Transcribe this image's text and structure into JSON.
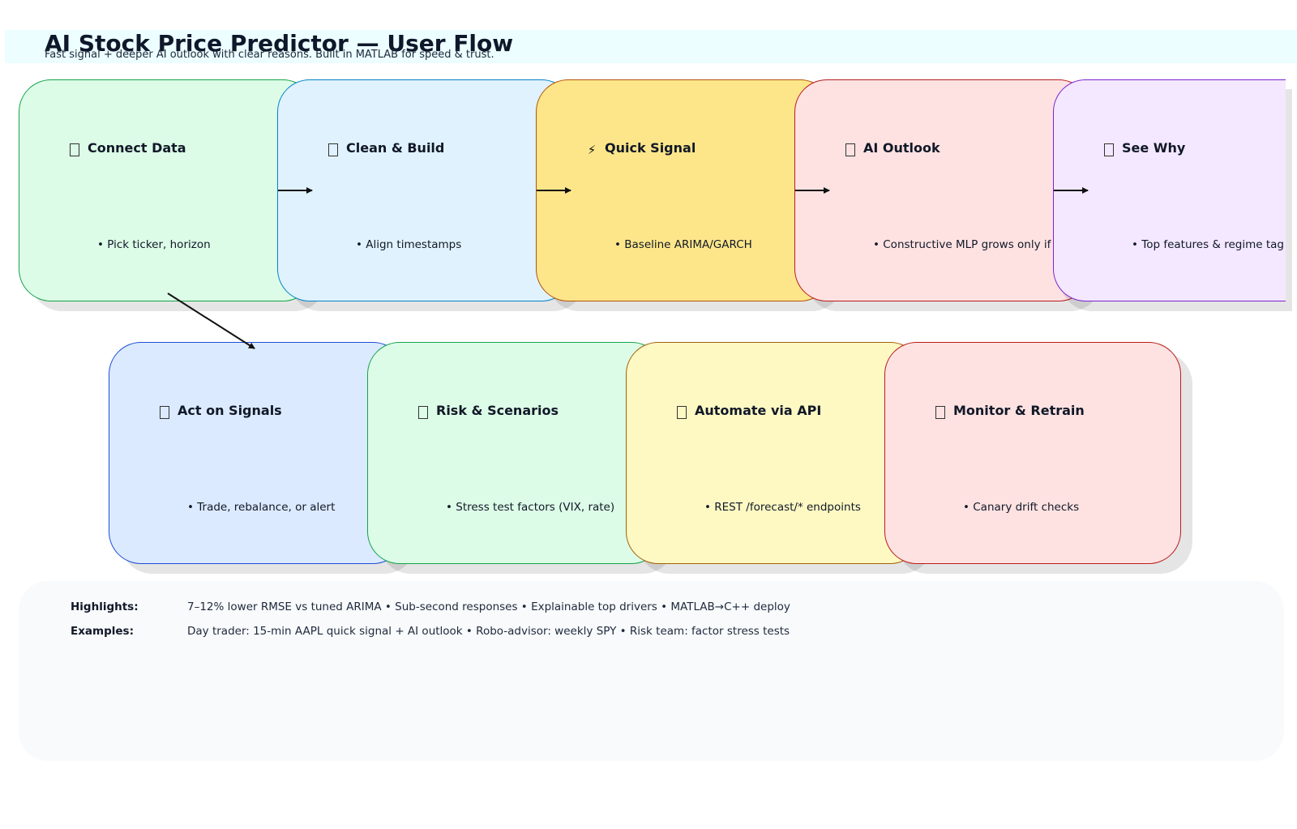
{
  "header": {
    "title": "AI Stock Price Predictor — User Flow",
    "subtitle": "Fast signal + deeper AI outlook with clear reasons. Built in MATLAB for speed & trust."
  },
  "steps": [
    {
      "title": "Connect Data",
      "bullet": "• Pick ticker, horizon",
      "icon": "data-icon",
      "fill": "#dcfce7",
      "stroke": "#16a34a"
    },
    {
      "title": "Clean & Build",
      "bullet": "• Align timestamps",
      "icon": "build-icon",
      "fill": "#e0f2fe",
      "stroke": "#0284c7"
    },
    {
      "title": "Quick Signal",
      "bullet": "• Baseline ARIMA/GARCH",
      "icon": "lightning-icon",
      "fill": "#fde68a",
      "stroke": "#b45309"
    },
    {
      "title": "AI Outlook",
      "bullet": "• Constructive MLP grows only if helpful",
      "icon": "ai-icon",
      "fill": "#fee2e2",
      "stroke": "#b91c1c"
    },
    {
      "title": "See Why",
      "bullet": "• Top features & regime tag",
      "icon": "explain-icon",
      "fill": "#f3e8ff",
      "stroke": "#7e22ce"
    },
    {
      "title": "Act on Signals",
      "bullet": "• Trade, rebalance, or alert",
      "icon": "action-icon",
      "fill": "#dbeafe",
      "stroke": "#1d4ed8"
    },
    {
      "title": "Risk & Scenarios",
      "bullet": "• Stress test factors (VIX, rate)",
      "icon": "risk-icon",
      "fill": "#dcfce7",
      "stroke": "#16a34a"
    },
    {
      "title": "Automate via API",
      "bullet": "• REST /forecast/* endpoints",
      "icon": "api-icon",
      "fill": "#fef9c3",
      "stroke": "#a16207"
    },
    {
      "title": "Monitor & Retrain",
      "bullet": "• Canary drift checks",
      "icon": "monitor-icon",
      "fill": "#fee2e2",
      "stroke": "#b91c1c"
    }
  ],
  "lightning_glyph": "⚡",
  "panel": {
    "highlights_label": "Highlights:",
    "highlights_text": "7–12% lower RMSE vs tuned ARIMA • Sub-second responses • Explainable top drivers • MATLAB→C++ deploy",
    "examples_label": "Examples:",
    "examples_text": "Day trader: 15-min AAPL quick signal + AI outlook • Robo-advisor: weekly SPY • Risk team: factor stress tests"
  }
}
